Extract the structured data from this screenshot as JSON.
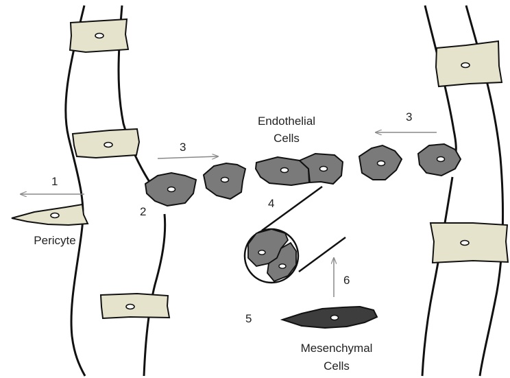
{
  "labels": {
    "endothelial_line1": "Endothelial",
    "endothelial_line2": "Cells",
    "pericyte": "Pericyte",
    "mesenchymal_line1": "Mesenchymal",
    "mesenchymal_line2": "Cells"
  },
  "step_numbers": {
    "n1": "1",
    "n2": "2",
    "n3_left": "3",
    "n3_right": "3",
    "n4": "4",
    "n5": "5",
    "n6": "6"
  },
  "colors": {
    "pericyte_fill": "#e5e3cc",
    "endothelial_fill": "#7a7a7a",
    "mesenchymal_fill": "#3d3d3d",
    "vessel_stroke": "#111111",
    "arrow_stroke": "#888888"
  }
}
